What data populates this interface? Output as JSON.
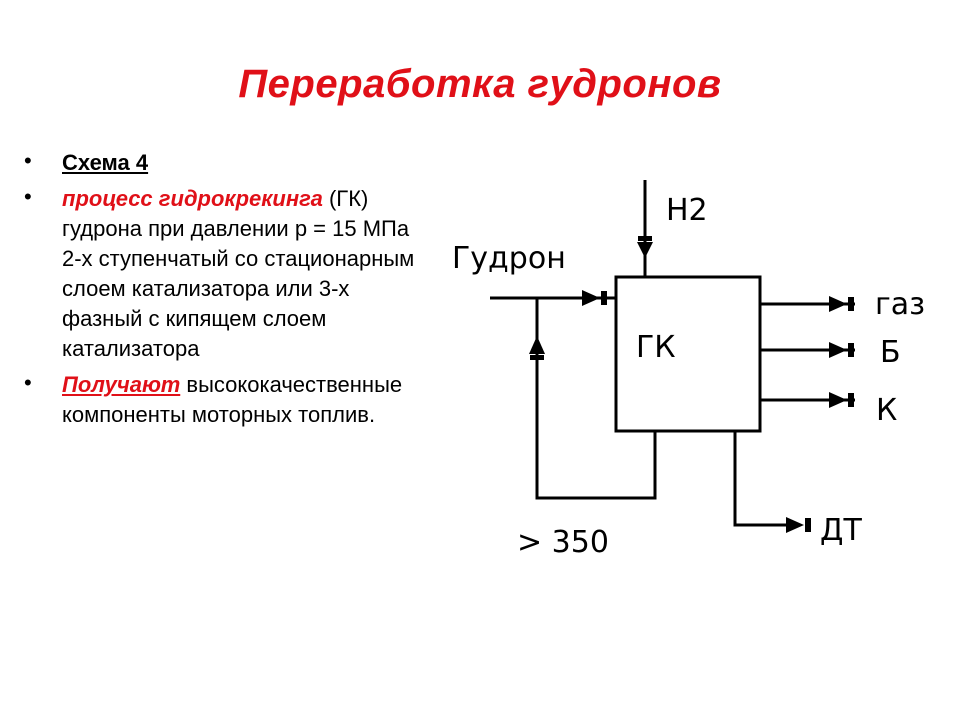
{
  "title": "Переработка гудронов",
  "bullets": {
    "b1": "Схема 4",
    "b2_red": "процесс гидрокрекинга",
    "b2_rest": "(ГК) гудрона при давлении р = 15 МПа 2-х ступенчатый со стационарным слоем катализатора или 3-х фазный с кипящем слоем катализатора",
    "b3_red": "Получают",
    "b3_rest": "высококачественные компоненты моторных топлив."
  },
  "diagram": {
    "unit": "ГК",
    "h2": "Н2",
    "feed": "Гудрон",
    "out_gas": "газ",
    "out_b": "Б",
    "out_k": "К",
    "out_dt": "ДТ",
    "recycle": "> 350"
  }
}
